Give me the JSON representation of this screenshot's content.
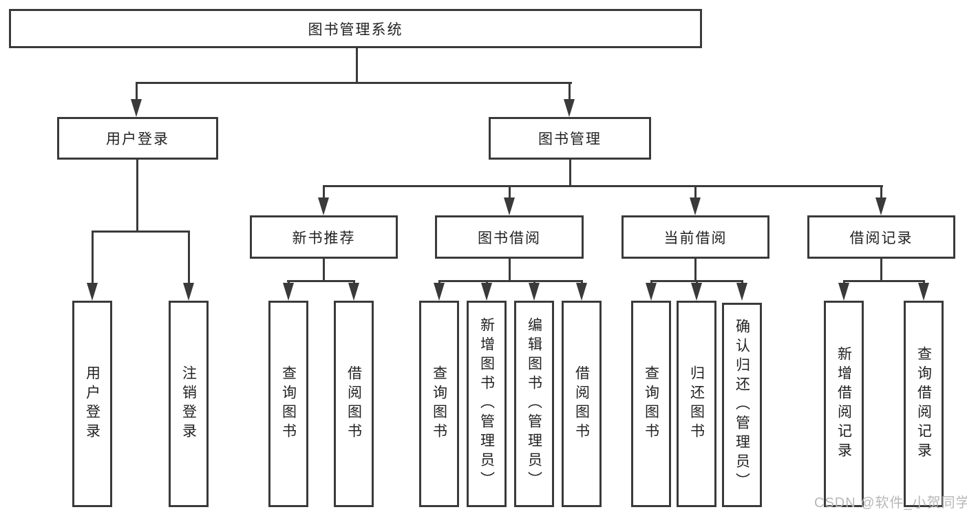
{
  "nodes": {
    "root": "图书管理系统",
    "level1": [
      "用户登录",
      "图书管理"
    ],
    "level2": [
      "新书推荐",
      "图书借阅",
      "当前借阅",
      "借阅记录"
    ],
    "user_login_children": [
      "用户登录",
      "注销登录"
    ],
    "new_book_children": [
      "查询图书",
      "借阅图书"
    ],
    "book_borrow_children": [
      "查询图书",
      "新增图书（管理员）",
      "编辑图书（管理员）",
      "借阅图书"
    ],
    "current_borrow_children": [
      "查询图书",
      "归还图书",
      "确认归还（管理员）"
    ],
    "borrow_record_children": [
      "新增借阅记录",
      "查询借阅记录"
    ]
  },
  "watermark": "CSDN @软件_小贺同学",
  "colors": {
    "line": "#3a3a3a",
    "text": "#222222",
    "watermark": "#b7b7b7",
    "background": "#ffffff"
  }
}
